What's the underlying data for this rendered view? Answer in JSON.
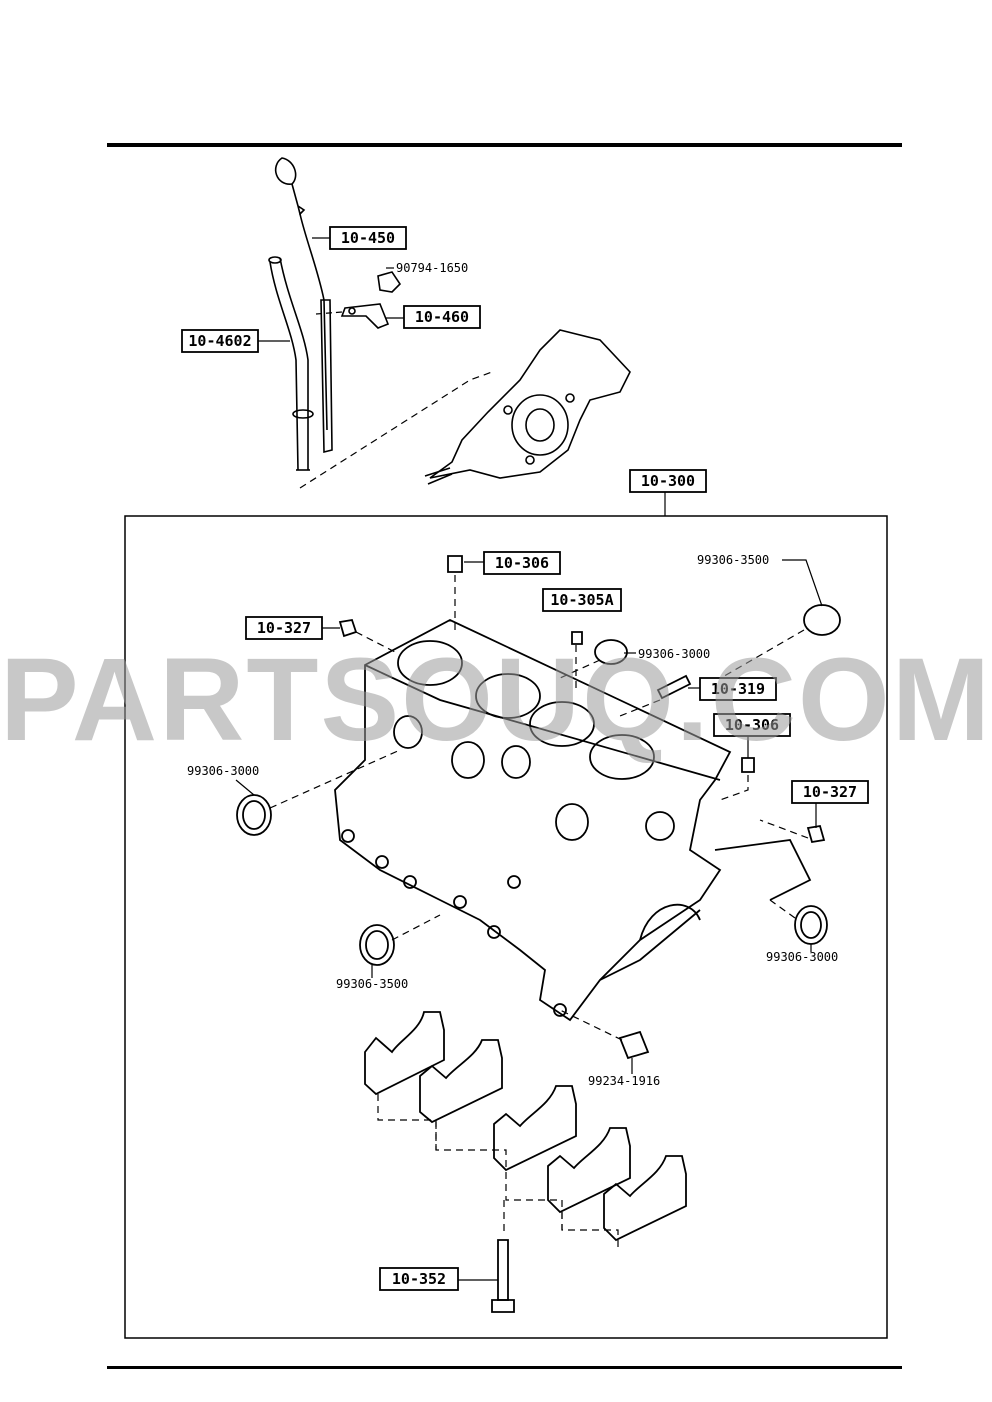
{
  "watermark": "PARTSOUQ.COM",
  "callouts": {
    "dipstick": "10-450",
    "bracket": "10-460",
    "guide_tube": "10-4602",
    "block_assembly": "10-300",
    "plug_top": "10-306",
    "dowel_a": "10-305A",
    "plug_left": "10-327",
    "pin": "10-319",
    "plug_right_top": "10-306",
    "plug_right": "10-327",
    "bolt": "10-352"
  },
  "part_numbers": {
    "bolt_top": "90794-1650",
    "plug_top_right": "99306-3500",
    "plug_center": "99306-3000",
    "plug_left": "99306-3000",
    "plug_bottom_left": "99306-3500",
    "plug_bottom_right": "99306-3000",
    "dowel_bottom": "99234-1916"
  }
}
